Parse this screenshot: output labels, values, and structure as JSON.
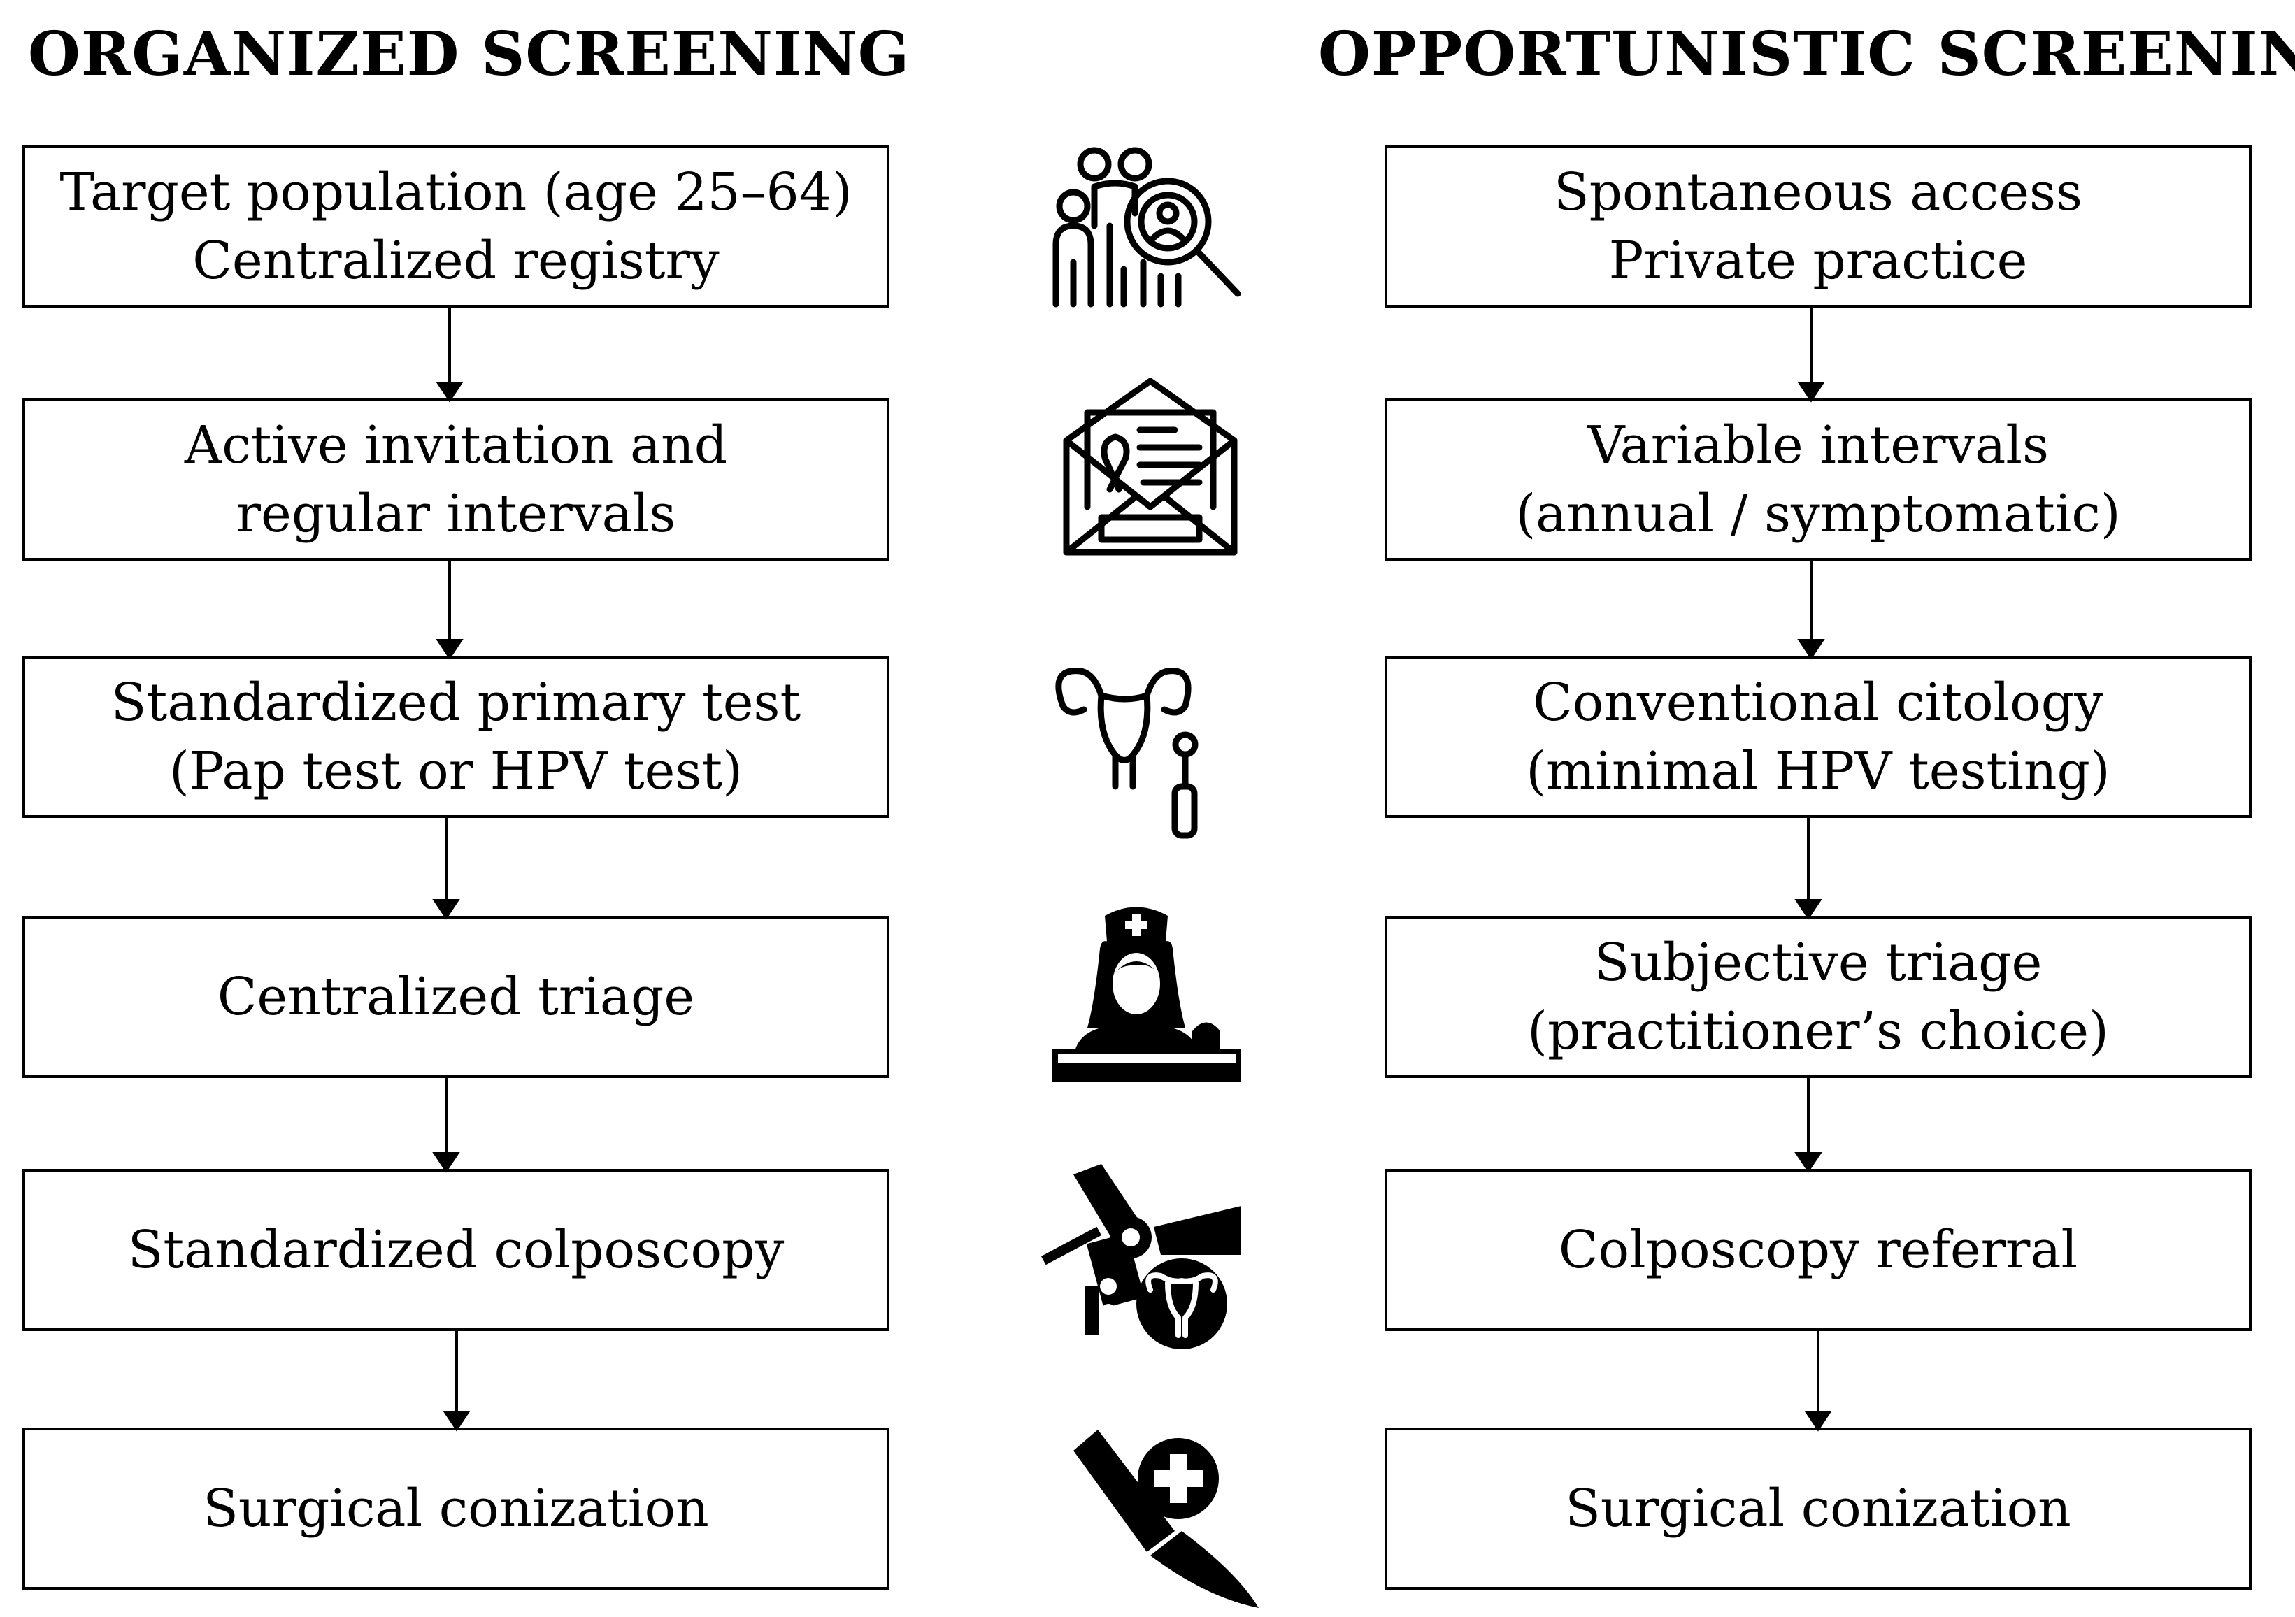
{
  "left_column": {
    "heading": "ORGANIZED SCREENING",
    "steps": [
      {
        "line1": "Target population (age 25–64)",
        "line2": "Centralized registry"
      },
      {
        "line1": "Active invitation and",
        "line2": "regular intervals"
      },
      {
        "line1": "Standardized primary test",
        "line2": "(Pap test or HPV test)"
      },
      {
        "line1": "Centralized triage",
        "line2": ""
      },
      {
        "line1": "Standardized colposcopy",
        "line2": ""
      },
      {
        "line1": "Surgical conization",
        "line2": ""
      }
    ]
  },
  "right_column": {
    "heading": "OPPORTUNISTIC SCREENING",
    "steps": [
      {
        "line1": "Spontaneous access",
        "line2": "Private practice"
      },
      {
        "line1": "Variable intervals",
        "line2": "(annual / symptomatic)"
      },
      {
        "line1": "Conventional citology",
        "line2": "(minimal HPV testing)"
      },
      {
        "line1": "Subjective triage",
        "line2": "(practitioner’s choice)"
      },
      {
        "line1": "Colposcopy referral",
        "line2": ""
      },
      {
        "line1": "Surgical conization",
        "line2": ""
      }
    ]
  },
  "icons": [
    "population-search-icon",
    "invitation-letter-icon",
    "uterus-swab-icon",
    "nurse-desk-icon",
    "colposcope-icon",
    "scalpel-plus-icon"
  ]
}
